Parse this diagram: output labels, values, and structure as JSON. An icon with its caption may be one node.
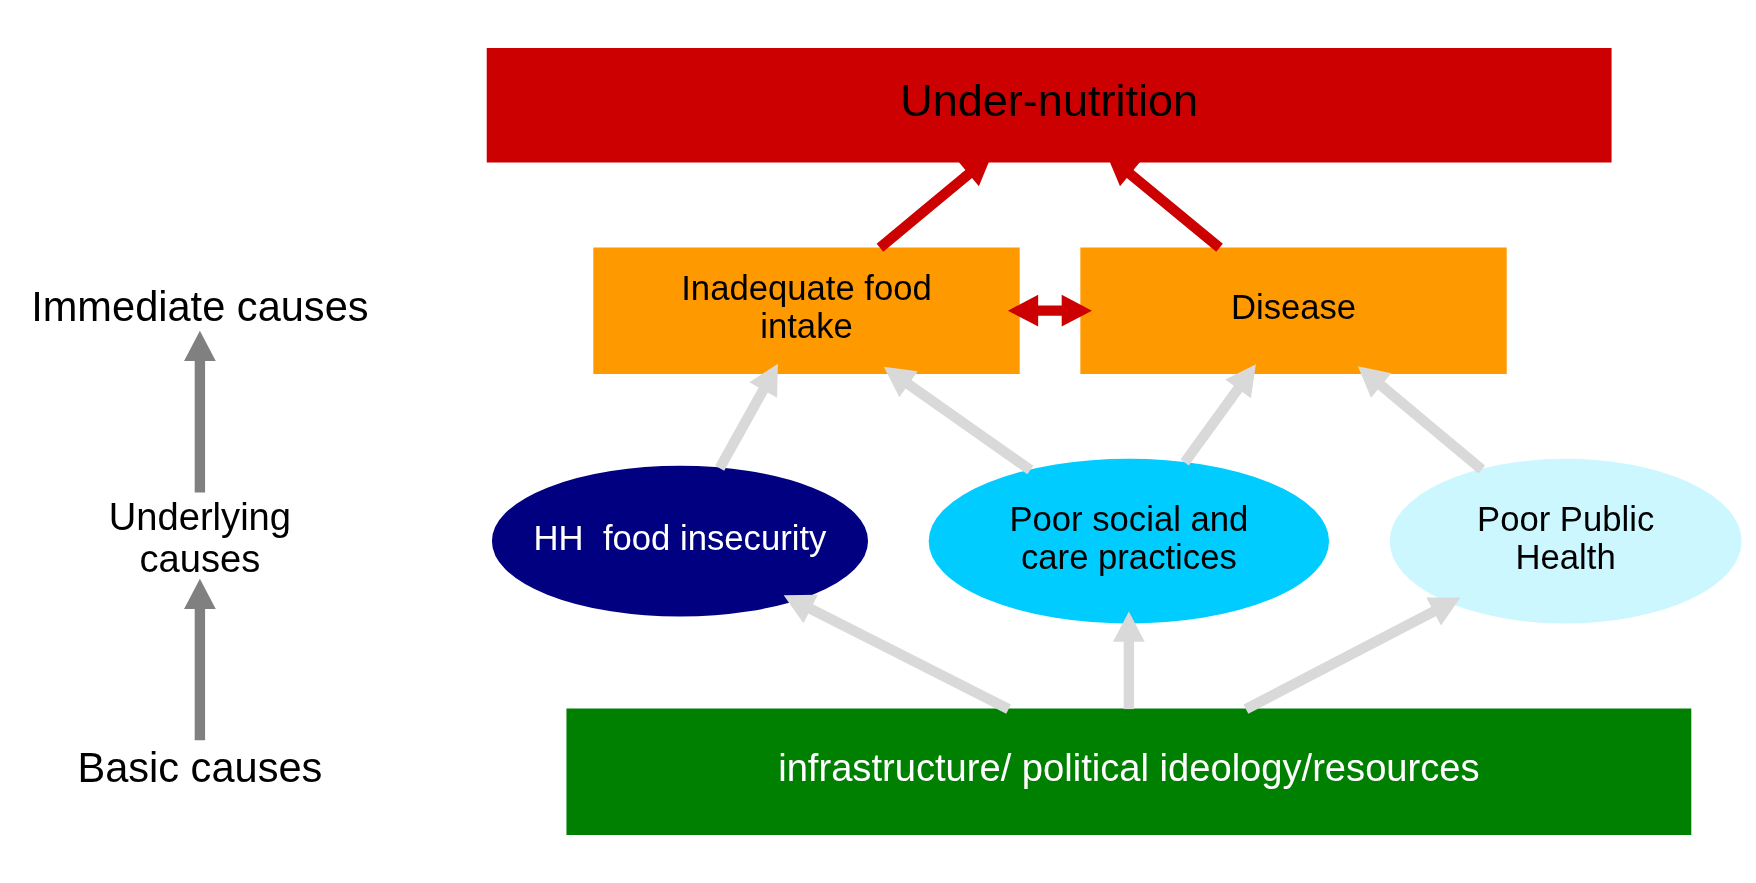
{
  "diagram": {
    "nodes": [
      {
        "text": [
          "Under-nutrition"
        ]
      },
      {
        "text": [
          "Inadequate food intake"
        ]
      },
      {
        "text": [
          "Disease"
        ]
      },
      {
        "text": [
          "HH  food insecurity"
        ]
      },
      {
        "text": [
          "Poor social and care practices"
        ]
      },
      {
        "text": [
          "Poor Public Health"
        ]
      },
      {
        "text": [
          "infrastructure/ political ideology/resources"
        ]
      },
      {
        "text": [
          "Immediate causes"
        ]
      },
      {
        "text": [
          "Underlying causes"
        ]
      },
      {
        "text": [
          "Basic causes"
        ]
      }
    ],
    "edges": [
      {
        "from": 1,
        "to": 2,
        "arrow": "both",
        "color": "#cc0000"
      },
      {
        "from": 1,
        "to": 0,
        "arrow": "to",
        "color": "#cc0000"
      },
      {
        "from": 2,
        "to": 0,
        "arrow": "to",
        "color": "#cc0000"
      },
      {
        "from": 6,
        "to": 3,
        "arrow": "to"
      },
      {
        "from": 3,
        "to": 1,
        "arrow": "to"
      },
      {
        "from": 6,
        "to": 4,
        "arrow": "to"
      },
      {
        "from": 4,
        "to": 1,
        "arrow": "to"
      },
      {
        "from": 4,
        "to": 2,
        "arrow": "to"
      },
      {
        "from": 6,
        "to": 5,
        "arrow": "to"
      },
      {
        "from": 5,
        "to": 2,
        "arrow": "to"
      },
      {
        "from": 9,
        "to": 8,
        "arrow": "to",
        "color": "#808080"
      },
      {
        "from": 8,
        "to": 7,
        "arrow": "to",
        "color": "#808080"
      }
    ]
  }
}
